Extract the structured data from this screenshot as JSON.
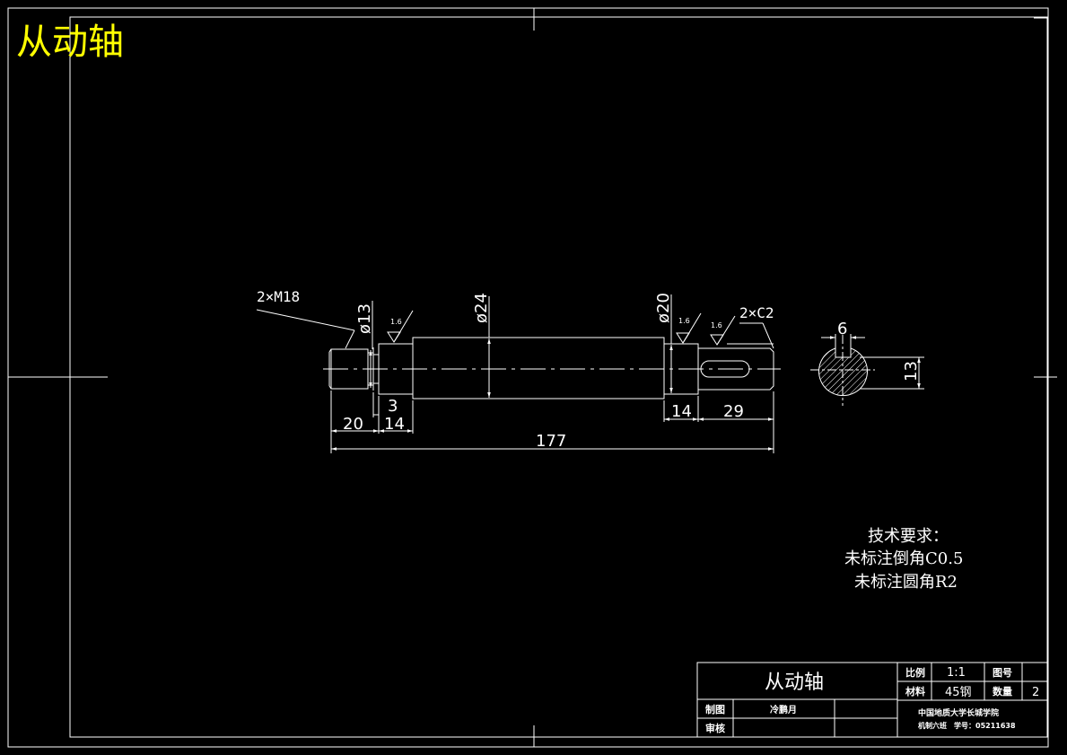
{
  "header_title": "从动轴",
  "labels": {
    "thread": "2×M18",
    "chamfer": "2×C2",
    "dia13": "ø13",
    "dia24": "ø24",
    "dia20": "ø20",
    "roughness": "1.6"
  },
  "dimensions": {
    "d20": "20",
    "d3": "3",
    "d14_left": "14",
    "d14_right": "14",
    "d29": "29",
    "d177": "177",
    "d6": "6",
    "d13": "13"
  },
  "tech_requirements": {
    "title": "技术要求：",
    "line1": "未标注倒角C0.5",
    "line2": "未标注圆角R2"
  },
  "title_block": {
    "part_name": "从动轴",
    "scale_label": "比例",
    "scale_value": "1:1",
    "drawing_no_label": "图号",
    "drawing_no_value": "",
    "material_label": "材料",
    "material_value": "45钢",
    "quantity_label": "数量",
    "quantity_value": "2",
    "drawn_label": "制图",
    "drawn_value": "冷鹏月",
    "checked_label": "审核",
    "checked_value": "",
    "school": "中国地质大学长城学院",
    "class_info": "机制六班　学号：05211638"
  },
  "colors": {
    "background": "#000000",
    "lines": "#ffffff",
    "header": "#ffff00"
  }
}
